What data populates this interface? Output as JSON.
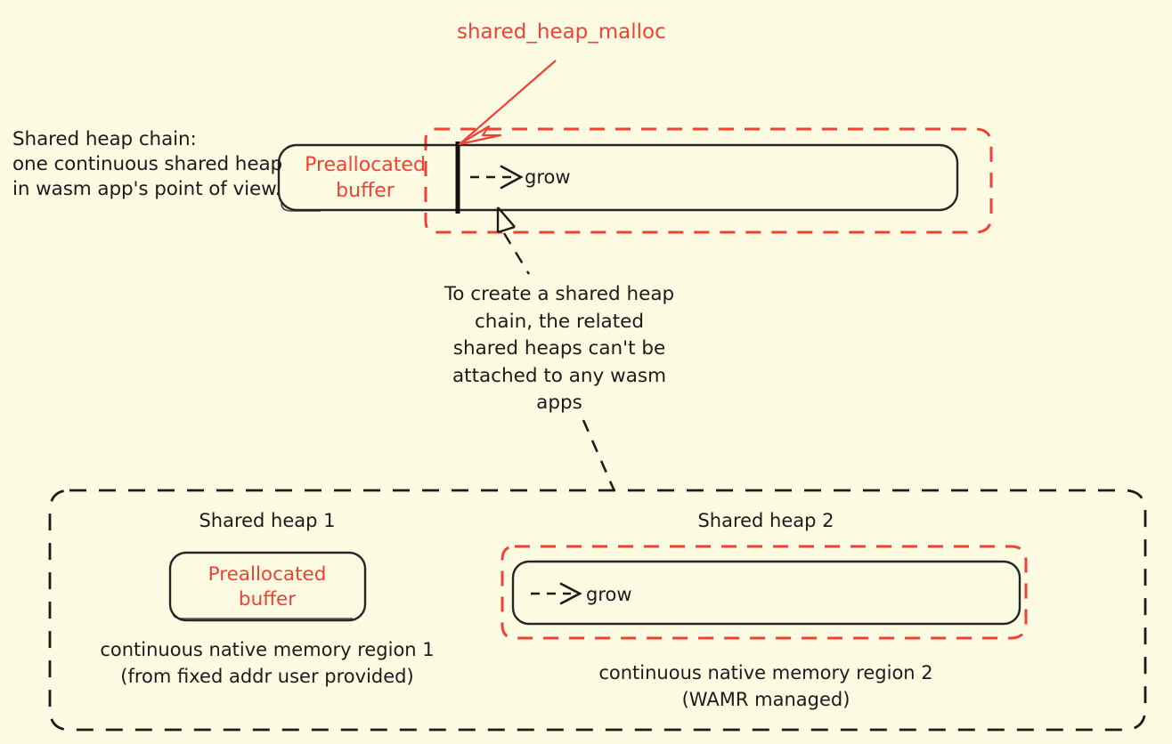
{
  "page": {
    "background_color": "#FDFCE3",
    "ink_color": "#1b1b1b",
    "accent_color": "#F04134"
  },
  "top_section": {
    "left_note": "Shared heap chain:\none continuous shared heap\nin wasm app's point of view.",
    "callout_label": "shared_heap_malloc",
    "preallocated_label": "Preallocated\nbuffer",
    "grow_label": "grow",
    "annotation": "To create a shared heap\nchain, the related\nshared heaps can't be\nattached to any wasm\napps"
  },
  "bottom_section": {
    "heap1": {
      "title": "Shared heap 1",
      "box_label": "Preallocated\nbuffer",
      "caption": "continuous native memory region 1\n(from fixed addr user provided)"
    },
    "heap2": {
      "title": "Shared heap 2",
      "grow_label": "grow",
      "caption": "continuous native memory region 2\n(WAMR managed)"
    }
  }
}
